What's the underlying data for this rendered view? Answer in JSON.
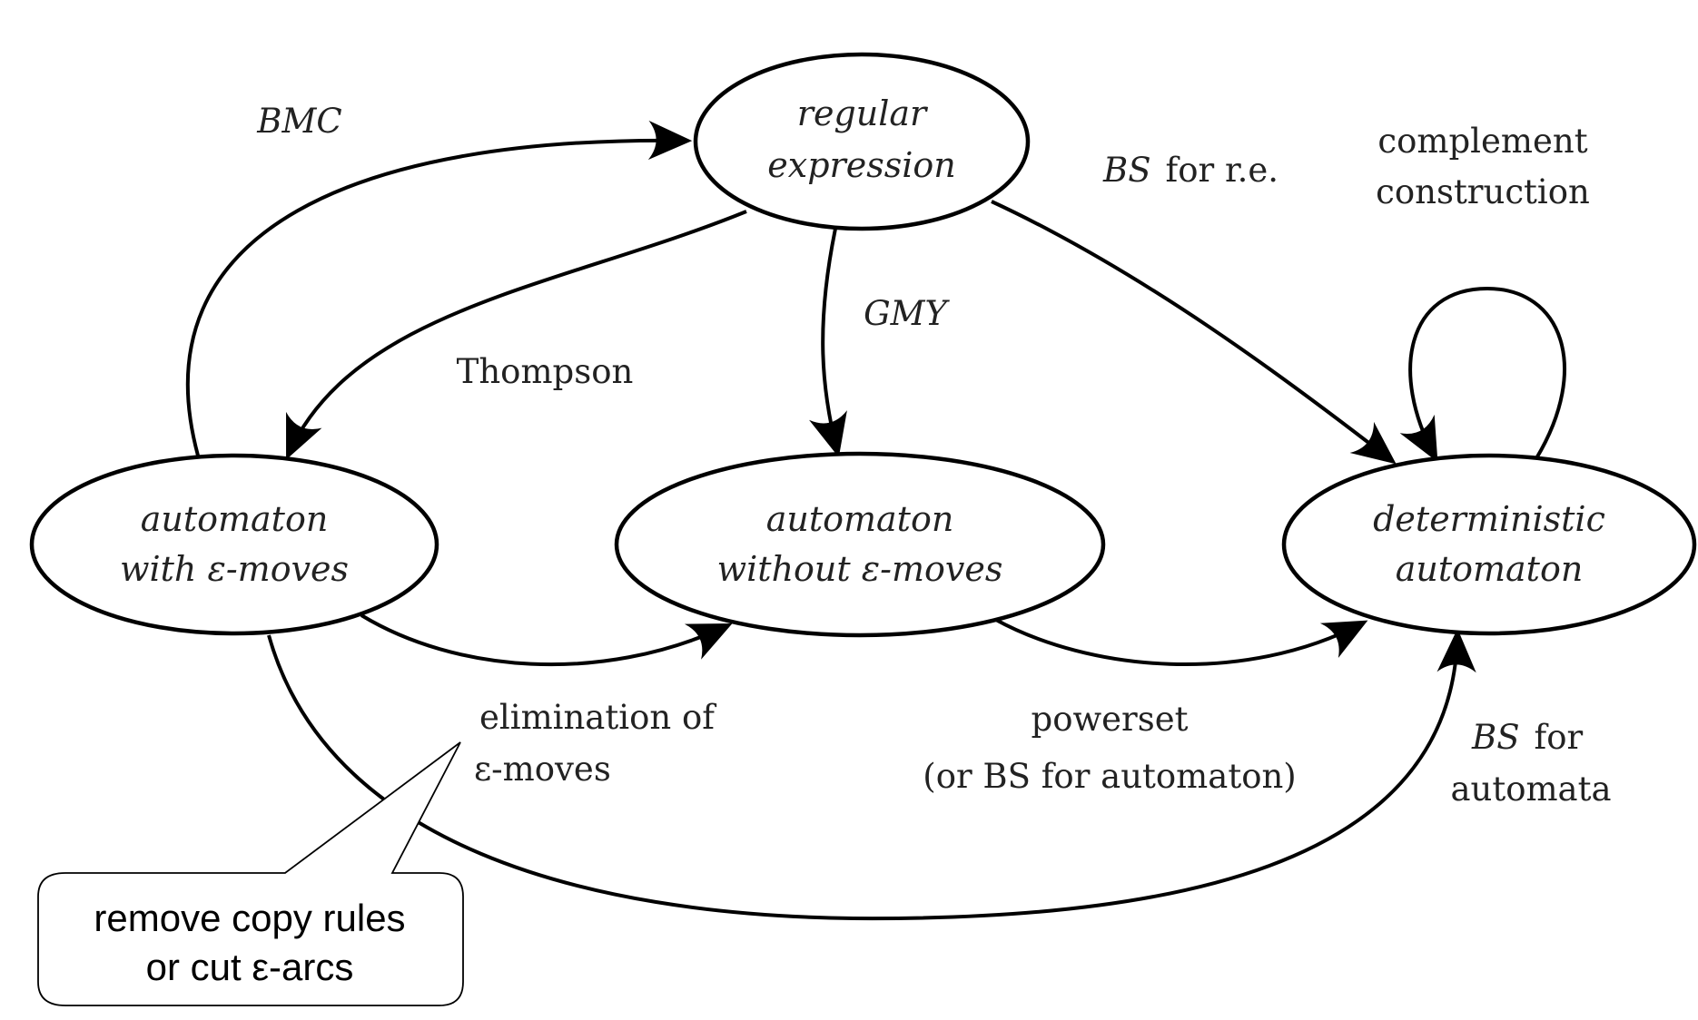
{
  "nodes": {
    "regex": {
      "line1": "regular",
      "line2": "expression"
    },
    "eps": {
      "line1": "automaton",
      "line2": "with ε-moves"
    },
    "noeps": {
      "line1": "automaton",
      "line2": "without ε-moves"
    },
    "det": {
      "line1": "deterministic",
      "line2": "automaton"
    }
  },
  "edge_labels": {
    "bmc": "BMC",
    "thompson": "Thompson",
    "gmy": "GMY",
    "bs_re_it": "BS",
    "bs_re_rest": "for r.e.",
    "complement_line1": "complement",
    "complement_line2": "construction",
    "elim_line1": "elimination of",
    "elim_line2": "ε-moves",
    "powerset": "powerset",
    "powerset_note": "(or BS for automaton)",
    "bs_auto_it": "BS",
    "bs_auto_rest": "for",
    "bs_auto_line2": "automata"
  },
  "callout": {
    "line1": "remove copy rules",
    "line2": "or cut ε-arcs"
  },
  "edges": [
    {
      "from": "automaton with ε-moves",
      "to": "regular expression",
      "label": "BMC"
    },
    {
      "from": "regular expression",
      "to": "automaton with ε-moves",
      "label": "Thompson"
    },
    {
      "from": "regular expression",
      "to": "automaton without ε-moves",
      "label": "GMY"
    },
    {
      "from": "regular expression",
      "to": "deterministic automaton",
      "label": "BS for r.e."
    },
    {
      "from": "deterministic automaton",
      "to": "deterministic automaton",
      "label": "complement construction"
    },
    {
      "from": "automaton with ε-moves",
      "to": "automaton without ε-moves",
      "label": "elimination of ε-moves"
    },
    {
      "from": "automaton without ε-moves",
      "to": "deterministic automaton",
      "label": "powerset (or BS for automaton)"
    },
    {
      "from": "automaton with ε-moves",
      "to": "deterministic automaton",
      "label": "BS for automata"
    }
  ]
}
